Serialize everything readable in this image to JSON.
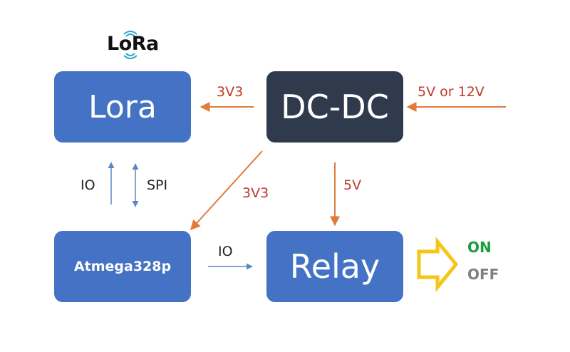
{
  "logo": {
    "text": "LoRa"
  },
  "blocks": {
    "lora": "Lora",
    "dcdc": "DC-DC",
    "atmega": "Atmega328p",
    "relay": "Relay"
  },
  "labels": {
    "dcdc_to_lora": "3V3",
    "input_power": "5V or 12V",
    "dcdc_to_relay": "5V",
    "dcdc_to_atmega": "3V3",
    "lora_atmega_io": "IO",
    "lora_atmega_spi": "SPI",
    "atmega_to_relay": "IO"
  },
  "output": {
    "on": "ON",
    "off": "OFF"
  },
  "colors": {
    "block_blue": "#4472c4",
    "block_dark": "#2f3a4d",
    "power_arrow": "#e07b39",
    "signal_arrow": "#5b86c6",
    "power_label": "#c0392b",
    "on_green": "#1a9e3b",
    "off_gray": "#808080",
    "output_arrow": "#f5c518"
  }
}
